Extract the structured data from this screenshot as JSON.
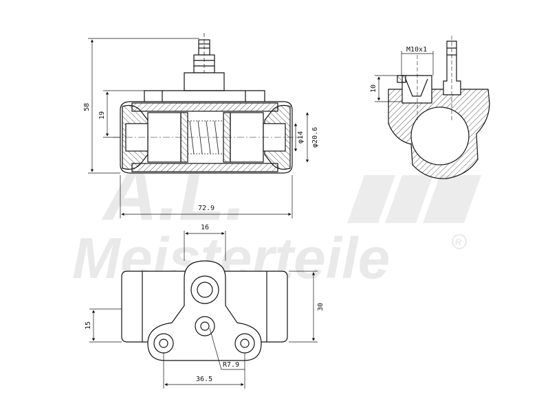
{
  "watermark": {
    "monogram": "A.L.",
    "brand": "Meisterteile",
    "trademark": "R"
  },
  "dimensions": {
    "overall_height": "58",
    "body_height": "19",
    "overall_length": "72.9",
    "bore_small": "φ14",
    "bore_large": "φ20.6",
    "thread": "M10x1",
    "thread_depth": "10",
    "boss_width": "16",
    "flange_height": "30",
    "hole_offset": "15",
    "radius": "R7.9",
    "hole_spacing": "36.5"
  }
}
